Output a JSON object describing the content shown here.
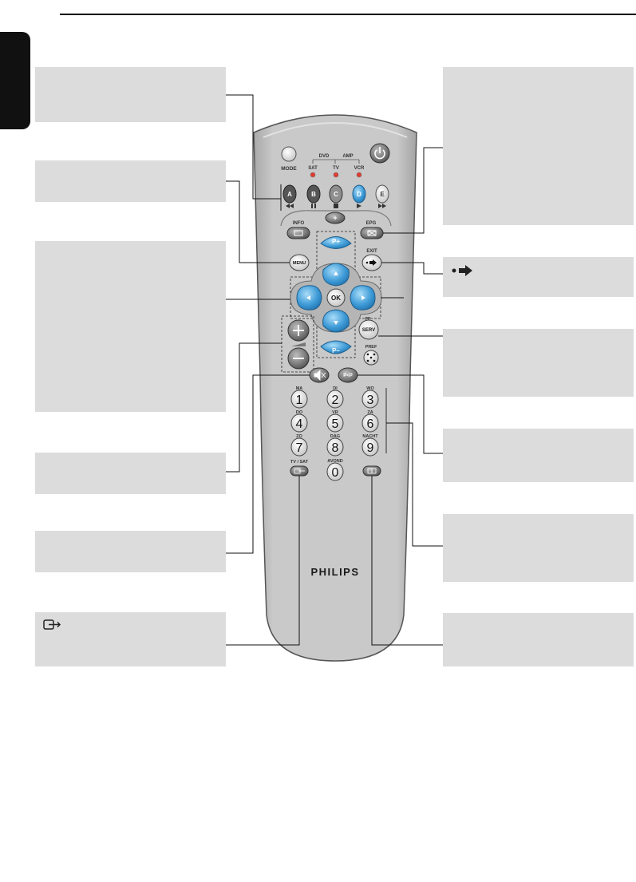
{
  "remote": {
    "brand": "PHILIPS",
    "mode_label": "MODE",
    "source_labels": {
      "dvd": "DVD",
      "amp": "AMP",
      "sat": "SAT",
      "tv": "TV",
      "vcr": "VCR"
    },
    "color_keys": [
      "A",
      "B",
      "C",
      "D",
      "E"
    ],
    "info_label": "INFO",
    "epg_label": "EPG",
    "plus_label": "+",
    "exit_label": "EXIT",
    "menu_label": "MENU",
    "p_plus_label": "P+",
    "p_minus_label": "P–",
    "ok_label": "OK",
    "serv_label": "SERV",
    "pp_small_label": "PP",
    "pref_label": "PREF",
    "swap_label": "P<P",
    "digits": [
      {
        "top": "MA",
        "num": "1"
      },
      {
        "top": "DI",
        "num": "2"
      },
      {
        "top": "WO",
        "num": "3"
      },
      {
        "top": "DO",
        "num": "4"
      },
      {
        "top": "VR",
        "num": "5"
      },
      {
        "top": "ZA",
        "num": "6"
      },
      {
        "top": "ZO",
        "num": "7"
      },
      {
        "top": "DAG",
        "num": "8"
      },
      {
        "top": "NACHT",
        "num": "9"
      },
      {
        "top": "AVOND",
        "num": "0"
      }
    ],
    "tvsat_label": "TV / SAT"
  },
  "icons": {
    "exit_box_icon": "exit-arrow-icon",
    "input_box_icon": "input-source-icon"
  },
  "colors": {
    "remote_body": "#c4c4c4",
    "blue_button": "#3d9ad6",
    "box_fill": "#dcdcdc"
  }
}
